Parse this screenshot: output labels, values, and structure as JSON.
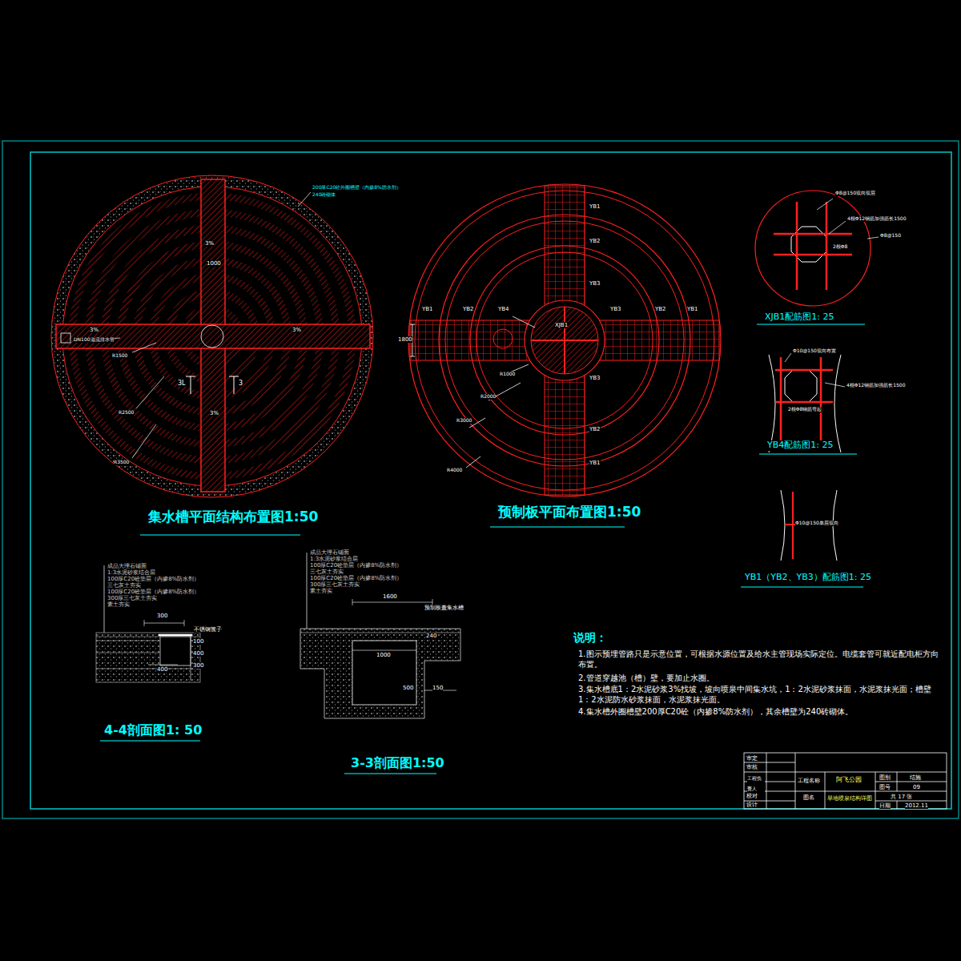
{
  "diagram": {
    "labels": [
      "集水槽平面结构布置图1:50",
      "预制板平面布置图1:50",
      "XJB1配筋图1: 25",
      "YB4配筋图1: 25",
      "YB1（YB2、YB3）配筋图1: 25",
      "4-4剖面图1: 50",
      "3-3剖面图1:50",
      "说明：",
      "1.图示预埋管路只是示意位置，可根据水源位置及给水主管现场实际定位。电缆套管可就近配电柜方向布置。",
      "2.管道穿越池（槽）壁，要加止水圈。",
      "3.集水槽底1：2水泥砂浆3%找坡，坡向喷泉中间集水坑，1：2水泥砂浆抹面，水泥浆抹光面；槽壁1：2水泥防水砂浆抹面，水泥浆抹光面。",
      "4.集水槽外圈槽壁200厚C20砼（内掺8%防水剂），其余槽壁为240砖砌体。",
      "成品大理石铺面",
      "1:3水泥砂浆结合层",
      "100厚C20砼垫层（内掺8%防水剂）",
      "三七灰土夯实",
      "100厚C20砼垫层（内掺8%防水剂）",
      "300厚三七灰土夯实",
      "素土夯实",
      "300",
      "不锈钢篦子",
      "400",
      "100",
      "400",
      "300",
      "成品大理石铺面",
      "1:3水泥砂浆结合层",
      "100厚C20砼垫层（内掺8%防水剂）",
      "三七灰土夯实",
      "100厚C20砼垫层（内掺8%防水剂）",
      "300厚三七灰土夯实",
      "素土夯实",
      "1600",
      "预制板盖集水槽",
      "1000",
      "240",
      "500",
      "150",
      "1000",
      "3%",
      "3%",
      "3%",
      "3%",
      "3L",
      "3",
      "DN100溢流排水管",
      "200厚C20砼外圈槽壁（内掺8%防水剂）",
      "240砖砌体",
      "R1500",
      "R2500",
      "R3500",
      "YB1",
      "YB2",
      "YB3",
      "YB3",
      "YB2",
      "YB1",
      "YB1",
      "YB2",
      "YB4",
      "YB3",
      "YB2",
      "YB1",
      "XJB1",
      "1800",
      "R1000",
      "R2000",
      "R3000",
      "R4000",
      "Φ8@150双向双层",
      "4根Φ12钢筋加强筋长1500",
      "2根Φ8",
      "Φ8@150",
      "Φ10@150双向布置",
      "4根Φ12钢筋加强筋长1500",
      "2根Φ8钢筋弯起",
      "Φ10@150单层双向",
      "审定",
      "审核",
      "工程负责人",
      "校对",
      "设计",
      "工程名称",
      "阿飞公园",
      "图名",
      "旱地喷泉结构详图",
      "图别",
      "结施",
      "图号",
      "09",
      "共 17 张",
      "日期",
      "2012.11"
    ]
  }
}
